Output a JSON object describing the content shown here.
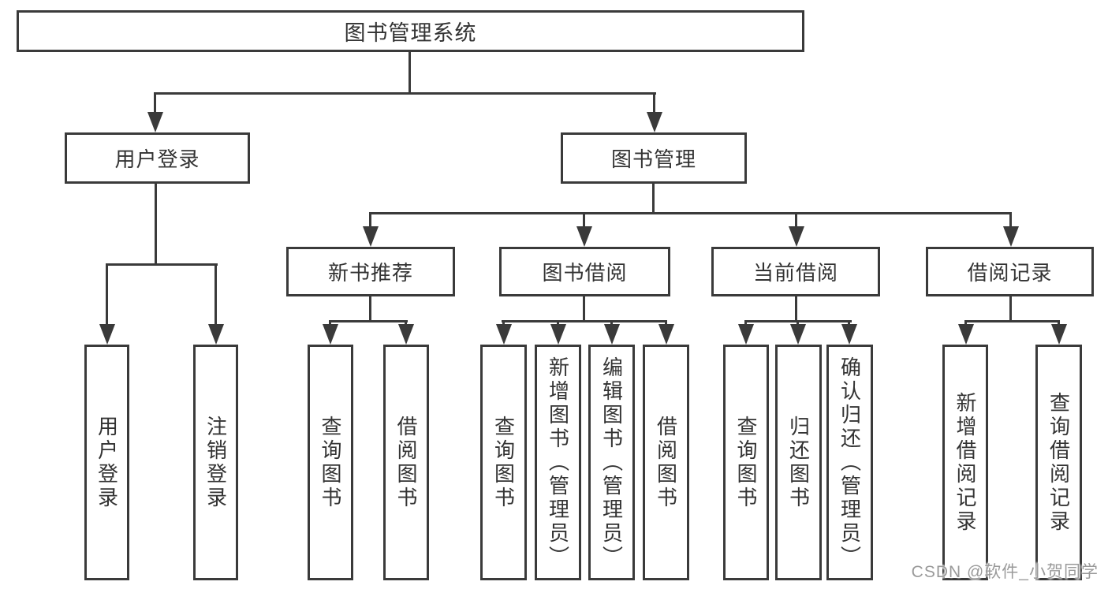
{
  "tree": {
    "root": "图书管理系统",
    "level2": [
      "用户登录",
      "图书管理"
    ],
    "level3": [
      "新书推荐",
      "图书借阅",
      "当前借阅",
      "借阅记录"
    ],
    "leaves": {
      "login": [
        "用户登录",
        "注销登录"
      ],
      "newbook": [
        "查询图书",
        "借阅图书"
      ],
      "borrow": [
        "查询图书",
        "新增图书（管理员）",
        "编辑图书（管理员）",
        "借阅图书"
      ],
      "current": [
        "查询图书",
        "归还图书",
        "确认归还（管理员）"
      ],
      "records": [
        "新增借阅记录",
        "查询借阅记录"
      ]
    }
  },
  "watermark": {
    "text": "CSDN @软件_小贺同学"
  },
  "colors": {
    "line": "#3a3a3a",
    "text": "#333333",
    "box_background": "#ffffff",
    "watermark_text": "#9a9a9a"
  }
}
